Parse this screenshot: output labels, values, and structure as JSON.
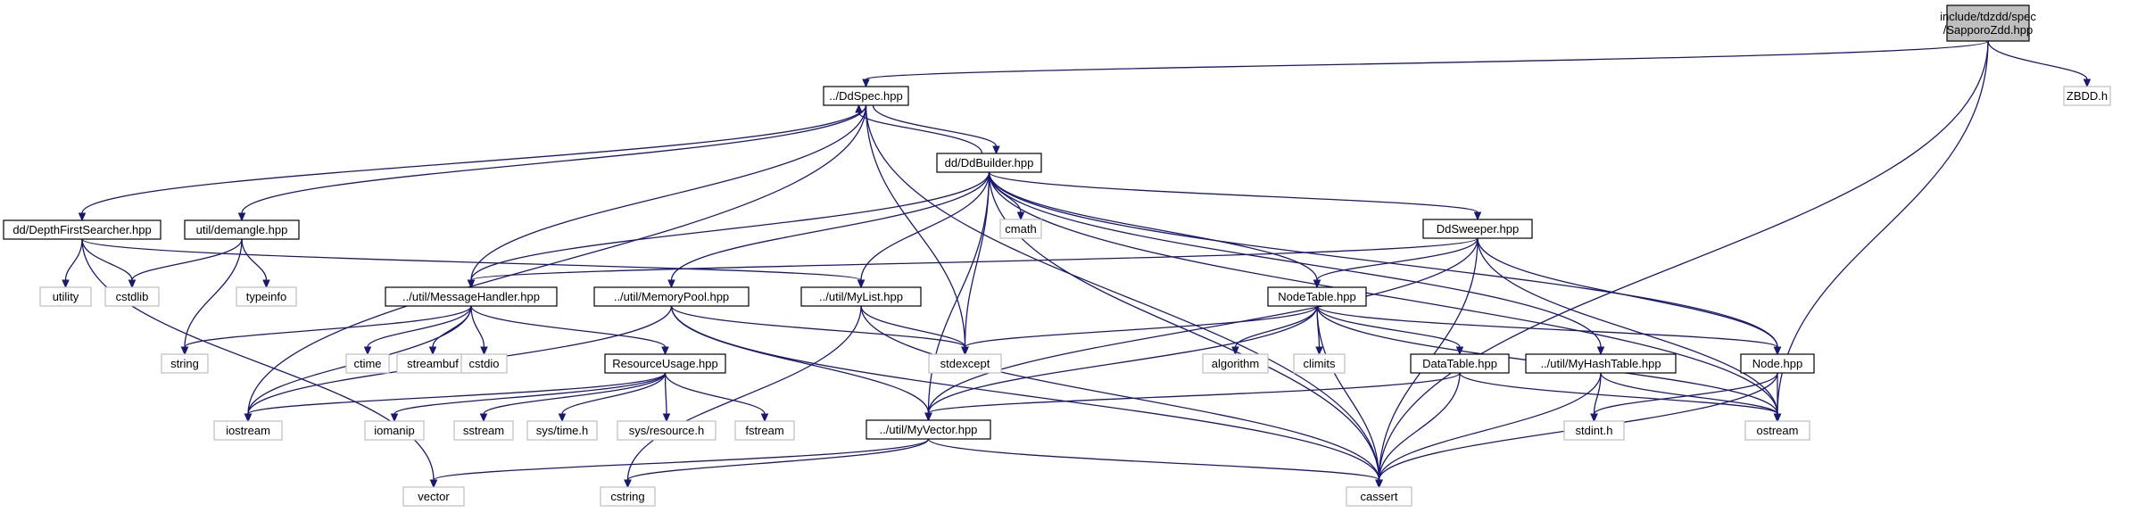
{
  "nodes": [
    {
      "id": "root",
      "lines": [
        "include/tdzdd/spec",
        "/SapporoZdd.hpp"
      ],
      "kind": "root"
    },
    {
      "id": "ddspec",
      "lines": [
        "../DdSpec.hpp"
      ],
      "kind": "local"
    },
    {
      "id": "zbdd",
      "lines": [
        "ZBDD.h"
      ],
      "kind": "ext"
    },
    {
      "id": "ddbuilder",
      "lines": [
        "dd/DdBuilder.hpp"
      ],
      "kind": "local"
    },
    {
      "id": "dfs",
      "lines": [
        "dd/DepthFirstSearcher.hpp"
      ],
      "kind": "local"
    },
    {
      "id": "demangle",
      "lines": [
        "util/demangle.hpp"
      ],
      "kind": "local"
    },
    {
      "id": "cmath",
      "lines": [
        "cmath"
      ],
      "kind": "ext"
    },
    {
      "id": "ddsweeper",
      "lines": [
        "DdSweeper.hpp"
      ],
      "kind": "local"
    },
    {
      "id": "utility",
      "lines": [
        "utility"
      ],
      "kind": "ext"
    },
    {
      "id": "cstdlib",
      "lines": [
        "cstdlib"
      ],
      "kind": "ext"
    },
    {
      "id": "typeinfo",
      "lines": [
        "typeinfo"
      ],
      "kind": "ext"
    },
    {
      "id": "msghandler",
      "lines": [
        "../util/MessageHandler.hpp"
      ],
      "kind": "local"
    },
    {
      "id": "mempool",
      "lines": [
        "../util/MemoryPool.hpp"
      ],
      "kind": "local"
    },
    {
      "id": "mylist",
      "lines": [
        "../util/MyList.hpp"
      ],
      "kind": "local"
    },
    {
      "id": "nodetable",
      "lines": [
        "NodeTable.hpp"
      ],
      "kind": "local"
    },
    {
      "id": "string",
      "lines": [
        "string"
      ],
      "kind": "ext"
    },
    {
      "id": "ctime",
      "lines": [
        "ctime"
      ],
      "kind": "ext"
    },
    {
      "id": "streambuf",
      "lines": [
        "streambuf"
      ],
      "kind": "ext"
    },
    {
      "id": "cstdio",
      "lines": [
        "cstdio"
      ],
      "kind": "ext"
    },
    {
      "id": "resusage",
      "lines": [
        "ResourceUsage.hpp"
      ],
      "kind": "local"
    },
    {
      "id": "stdexcept",
      "lines": [
        "stdexcept"
      ],
      "kind": "ext"
    },
    {
      "id": "algorithm",
      "lines": [
        "algorithm"
      ],
      "kind": "ext"
    },
    {
      "id": "climits",
      "lines": [
        "climits"
      ],
      "kind": "ext"
    },
    {
      "id": "datatable",
      "lines": [
        "DataTable.hpp"
      ],
      "kind": "local"
    },
    {
      "id": "myhashtable",
      "lines": [
        "../util/MyHashTable.hpp"
      ],
      "kind": "local"
    },
    {
      "id": "node",
      "lines": [
        "Node.hpp"
      ],
      "kind": "local"
    },
    {
      "id": "iostream",
      "lines": [
        "iostream"
      ],
      "kind": "ext"
    },
    {
      "id": "iomanip",
      "lines": [
        "iomanip"
      ],
      "kind": "ext"
    },
    {
      "id": "sstream",
      "lines": [
        "sstream"
      ],
      "kind": "ext"
    },
    {
      "id": "systime",
      "lines": [
        "sys/time.h"
      ],
      "kind": "ext"
    },
    {
      "id": "sysresource",
      "lines": [
        "sys/resource.h"
      ],
      "kind": "ext"
    },
    {
      "id": "fstream",
      "lines": [
        "fstream"
      ],
      "kind": "ext"
    },
    {
      "id": "myvector",
      "lines": [
        "../util/MyVector.hpp"
      ],
      "kind": "local"
    },
    {
      "id": "stdint",
      "lines": [
        "stdint.h"
      ],
      "kind": "ext"
    },
    {
      "id": "ostream",
      "lines": [
        "ostream"
      ],
      "kind": "ext"
    },
    {
      "id": "vector",
      "lines": [
        "vector"
      ],
      "kind": "ext"
    },
    {
      "id": "cstring",
      "lines": [
        "cstring"
      ],
      "kind": "ext"
    },
    {
      "id": "cassert",
      "lines": [
        "cassert"
      ],
      "kind": "ext"
    }
  ],
  "edges": [
    [
      "root",
      "ddspec"
    ],
    [
      "root",
      "zbdd"
    ],
    [
      "root",
      "ostream"
    ],
    [
      "root",
      "cassert"
    ],
    [
      "ddspec",
      "ddbuilder"
    ],
    [
      "ddspec",
      "dfs"
    ],
    [
      "ddspec",
      "demangle"
    ],
    [
      "ddspec",
      "msghandler"
    ],
    [
      "ddspec",
      "iostream"
    ],
    [
      "ddspec",
      "stdexcept"
    ],
    [
      "ddspec",
      "cassert"
    ],
    [
      "ddbuilder",
      "ddspec"
    ],
    [
      "ddbuilder",
      "cmath"
    ],
    [
      "ddbuilder",
      "ddsweeper"
    ],
    [
      "ddbuilder",
      "msghandler"
    ],
    [
      "ddbuilder",
      "mempool"
    ],
    [
      "ddbuilder",
      "mylist"
    ],
    [
      "ddbuilder",
      "nodetable"
    ],
    [
      "ddbuilder",
      "myhashtable"
    ],
    [
      "ddbuilder",
      "node"
    ],
    [
      "ddbuilder",
      "myvector"
    ],
    [
      "ddbuilder",
      "stdexcept"
    ],
    [
      "ddbuilder",
      "ostream"
    ],
    [
      "ddbuilder",
      "cassert"
    ],
    [
      "dfs",
      "utility"
    ],
    [
      "dfs",
      "cstdlib"
    ],
    [
      "dfs",
      "mylist"
    ],
    [
      "dfs",
      "vector"
    ],
    [
      "demangle",
      "cstdlib"
    ],
    [
      "demangle",
      "typeinfo"
    ],
    [
      "demangle",
      "string"
    ],
    [
      "ddsweeper",
      "msghandler"
    ],
    [
      "ddsweeper",
      "nodetable"
    ],
    [
      "ddsweeper",
      "myvector"
    ],
    [
      "ddsweeper",
      "node"
    ],
    [
      "ddsweeper",
      "ostream"
    ],
    [
      "ddsweeper",
      "cassert"
    ],
    [
      "msghandler",
      "string"
    ],
    [
      "msghandler",
      "ctime"
    ],
    [
      "msghandler",
      "streambuf"
    ],
    [
      "msghandler",
      "cstdio"
    ],
    [
      "msghandler",
      "resusage"
    ],
    [
      "msghandler",
      "iostream"
    ],
    [
      "mempool",
      "myvector"
    ],
    [
      "mempool",
      "stdexcept"
    ],
    [
      "mempool",
      "iostream"
    ],
    [
      "mempool",
      "cassert"
    ],
    [
      "mylist",
      "stdexcept"
    ],
    [
      "mylist",
      "cstring"
    ],
    [
      "mylist",
      "cassert"
    ],
    [
      "nodetable",
      "stdexcept"
    ],
    [
      "nodetable",
      "algorithm"
    ],
    [
      "nodetable",
      "climits"
    ],
    [
      "nodetable",
      "datatable"
    ],
    [
      "nodetable",
      "node"
    ],
    [
      "nodetable",
      "myvector"
    ],
    [
      "nodetable",
      "ostream"
    ],
    [
      "nodetable",
      "cassert"
    ],
    [
      "resusage",
      "iostream"
    ],
    [
      "resusage",
      "iomanip"
    ],
    [
      "resusage",
      "sstream"
    ],
    [
      "resusage",
      "systime"
    ],
    [
      "resusage",
      "sysresource"
    ],
    [
      "resusage",
      "fstream"
    ],
    [
      "datatable",
      "myvector"
    ],
    [
      "datatable",
      "ostream"
    ],
    [
      "datatable",
      "cassert"
    ],
    [
      "myhashtable",
      "stdint"
    ],
    [
      "myhashtable",
      "ostream"
    ],
    [
      "myhashtable",
      "cassert"
    ],
    [
      "node",
      "stdint"
    ],
    [
      "node",
      "ostream"
    ],
    [
      "node",
      "cassert"
    ],
    [
      "myvector",
      "vector"
    ],
    [
      "myvector",
      "cstring"
    ],
    [
      "myvector",
      "cassert"
    ]
  ]
}
